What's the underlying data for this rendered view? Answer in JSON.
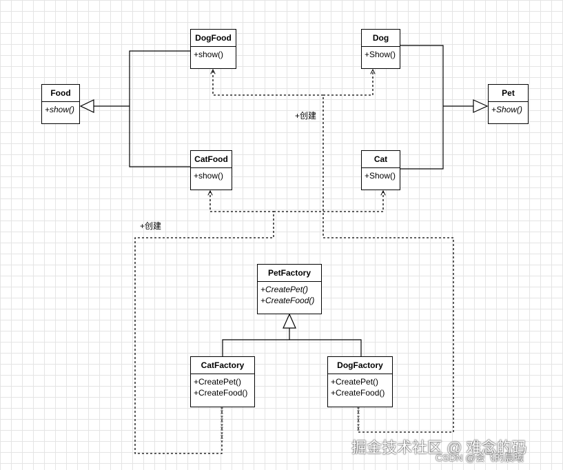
{
  "classes": {
    "food": {
      "name": "Food",
      "ops": [
        "+show()"
      ],
      "abstract": true
    },
    "dogfood": {
      "name": "DogFood",
      "ops": [
        "+show()"
      ],
      "abstract": false
    },
    "catfood": {
      "name": "CatFood",
      "ops": [
        "+show()"
      ],
      "abstract": false
    },
    "dog": {
      "name": "Dog",
      "ops": [
        "+Show()"
      ],
      "abstract": false
    },
    "cat": {
      "name": "Cat",
      "ops": [
        "+Show()"
      ],
      "abstract": false
    },
    "pet": {
      "name": "Pet",
      "ops": [
        "+Show()"
      ],
      "abstract": true
    },
    "petfactory": {
      "name": "PetFactory",
      "ops": [
        "+CreatePet()",
        "+CreateFood()"
      ],
      "abstract": true
    },
    "catfactory": {
      "name": "CatFactory",
      "ops": [
        "+CreatePet()",
        "+CreateFood()"
      ],
      "abstract": false
    },
    "dogfactory": {
      "name": "DogFactory",
      "ops": [
        "+CreatePet()",
        "+CreateFood()"
      ],
      "abstract": false
    }
  },
  "labels": {
    "create_top": "+创建",
    "create_left": "+创建"
  },
  "watermark": {
    "line1": "掘金技术社区 @ 难念的码",
    "line2": "CSDN @会飞的晨曦"
  },
  "colors": {
    "stroke": "#000000",
    "background": "#ffffff",
    "grid": "#e4e4e4"
  }
}
